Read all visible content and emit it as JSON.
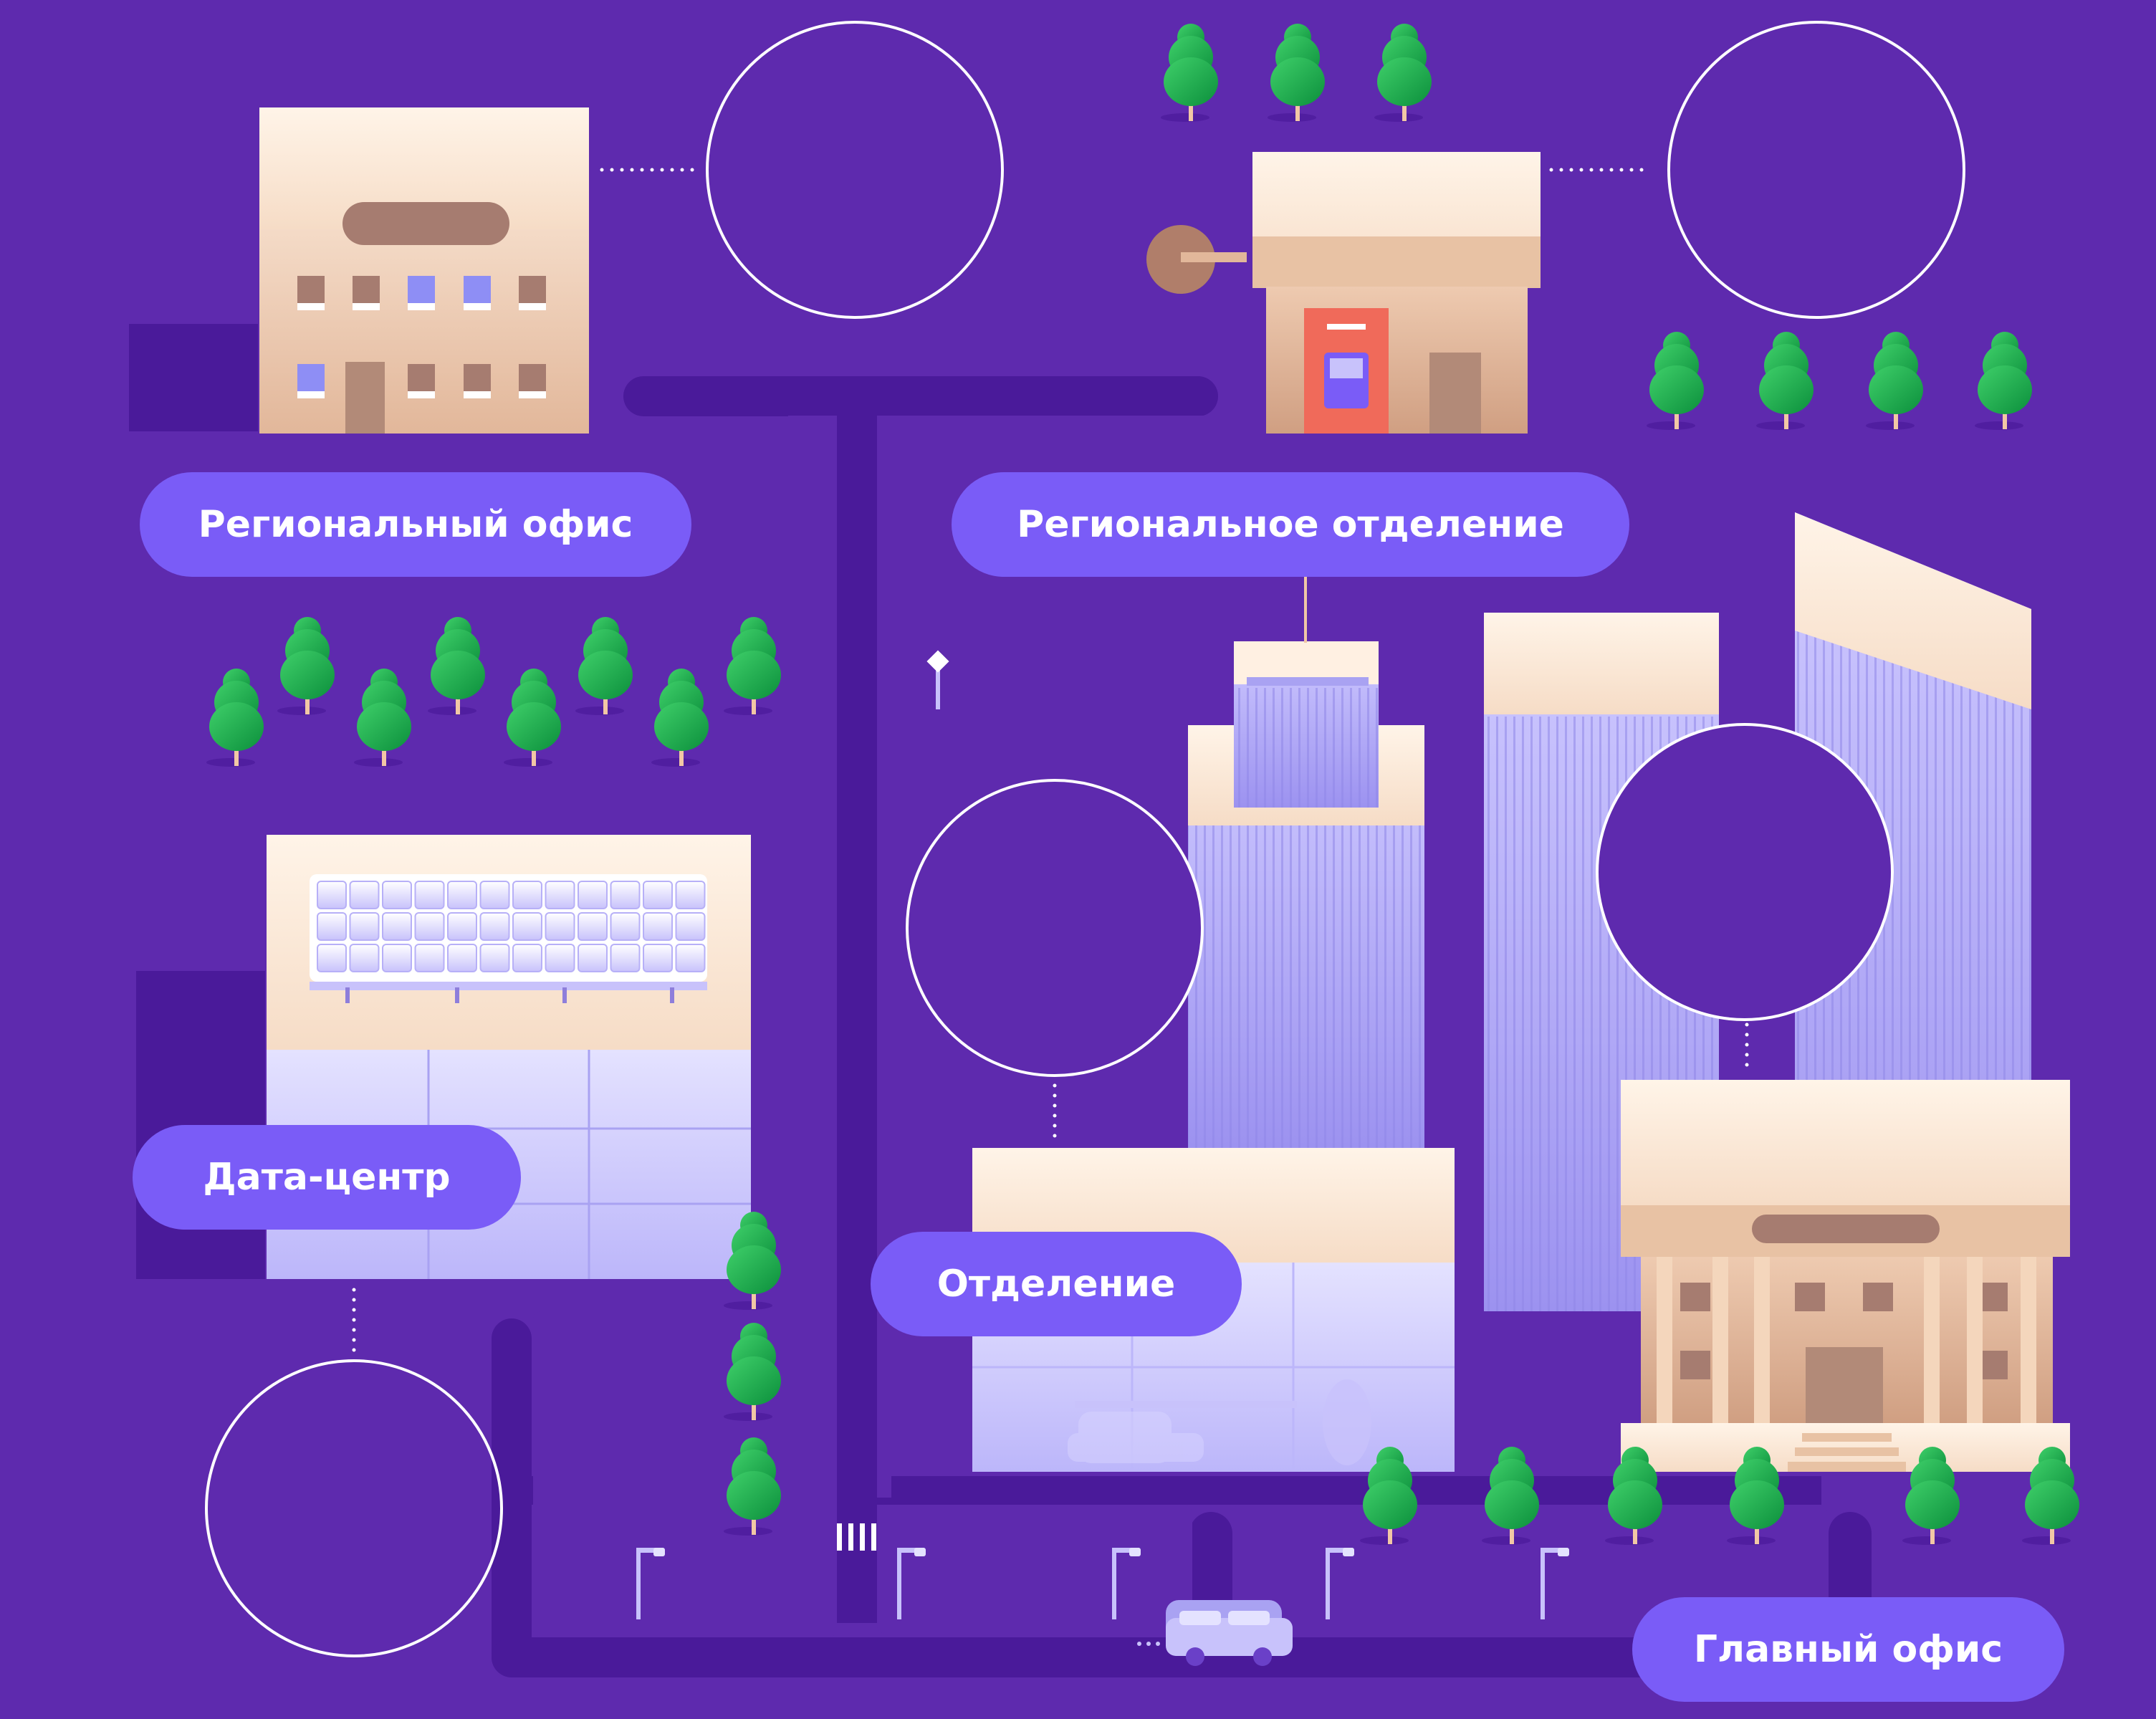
{
  "labels": {
    "regional_office": "Региональный офис",
    "regional_branch": "Региональное отделение",
    "data_center": "Дата-центр",
    "branch": "Отделение",
    "head_office": "Главный офис"
  },
  "colors": {
    "background": "#5e2aae",
    "road": "#4a1a9a",
    "label_pill": "#7a5cf7",
    "label_text": "#ffffff",
    "placeholder_circle": "#ffffff",
    "tree": "#18a84a",
    "beige_building": "#e8c2a4",
    "glass_building": "#aaa4f4",
    "atm_red": "#f06a5a"
  },
  "icons": {
    "trees": "tree-icon",
    "street_lamps": "street-lamp-icon",
    "car": "car-icon",
    "sign": "road-sign-icon"
  }
}
